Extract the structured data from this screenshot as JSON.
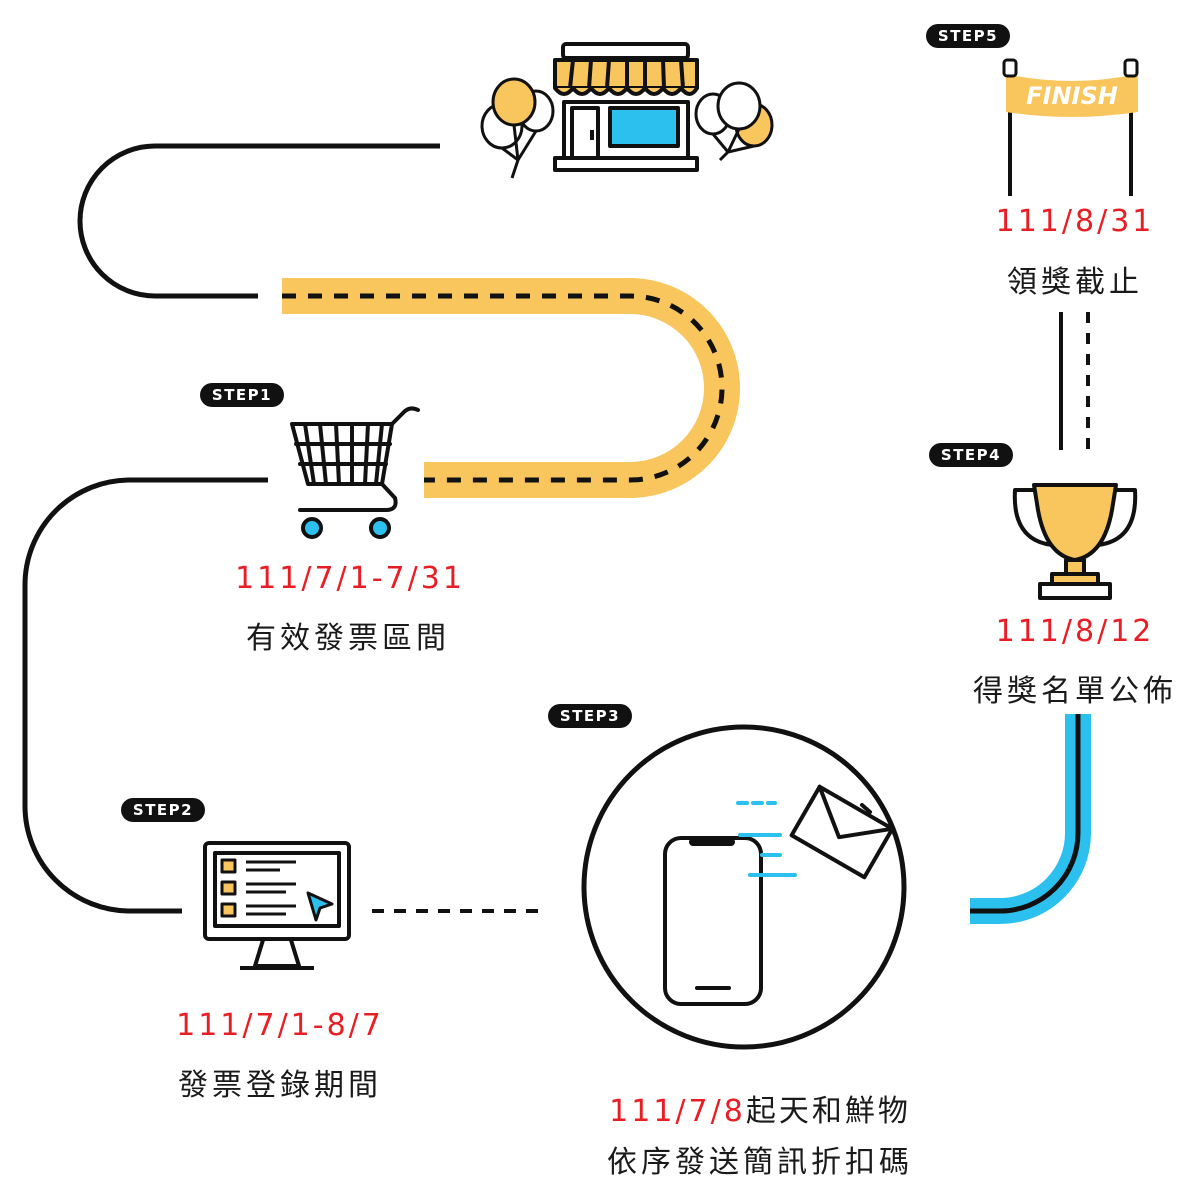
{
  "colors": {
    "yellow": "#f9c55d",
    "blue": "#2cc0ee",
    "red": "#e81e25",
    "black": "#111111"
  },
  "finish_banner": "FINISH",
  "steps": [
    {
      "badge": "STEP1",
      "date": "111/7/1-7/31",
      "title": "有效發票區間",
      "icon": "shopping-cart-icon"
    },
    {
      "badge": "STEP2",
      "date": "111/7/1-8/7",
      "title": "發票登錄期間",
      "icon": "monitor-form-icon"
    },
    {
      "badge": "STEP3",
      "date": "111/7/8",
      "date_suffix": "起天和鮮物",
      "title": "依序發送簡訊折扣碼",
      "icon": "phone-envelope-icon"
    },
    {
      "badge": "STEP4",
      "date": "111/8/12",
      "title": "得獎名單公佈",
      "icon": "trophy-icon"
    },
    {
      "badge": "STEP5",
      "date": "111/8/31",
      "title": "領獎截止",
      "icon": "finish-banner-icon"
    }
  ]
}
